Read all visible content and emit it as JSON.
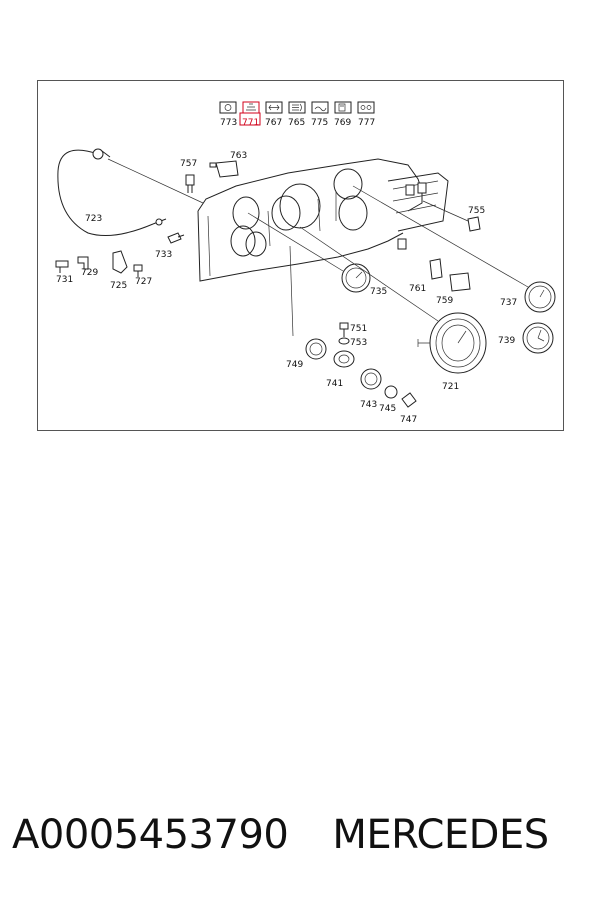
{
  "diagram": {
    "icon_labels": [
      "773",
      "771",
      "767",
      "765",
      "775",
      "769",
      "777"
    ],
    "highlighted_icon": "771",
    "highlight_color": "#d0021b",
    "part_labels": {
      "p723": "723",
      "p757": "757",
      "p763": "763",
      "p733": "733",
      "p731": "731",
      "p729": "729",
      "p725": "725",
      "p727": "727",
      "p755": "755",
      "p761": "761",
      "p759": "759",
      "p735": "735",
      "p737": "737",
      "p739": "739",
      "p751": "751",
      "p753": "753",
      "p749": "749",
      "p741": "741",
      "p721": "721",
      "p743": "743",
      "p745": "745",
      "p747": "747"
    }
  },
  "caption": {
    "part_number": "A0005453790",
    "brand": "MERCEDES"
  }
}
